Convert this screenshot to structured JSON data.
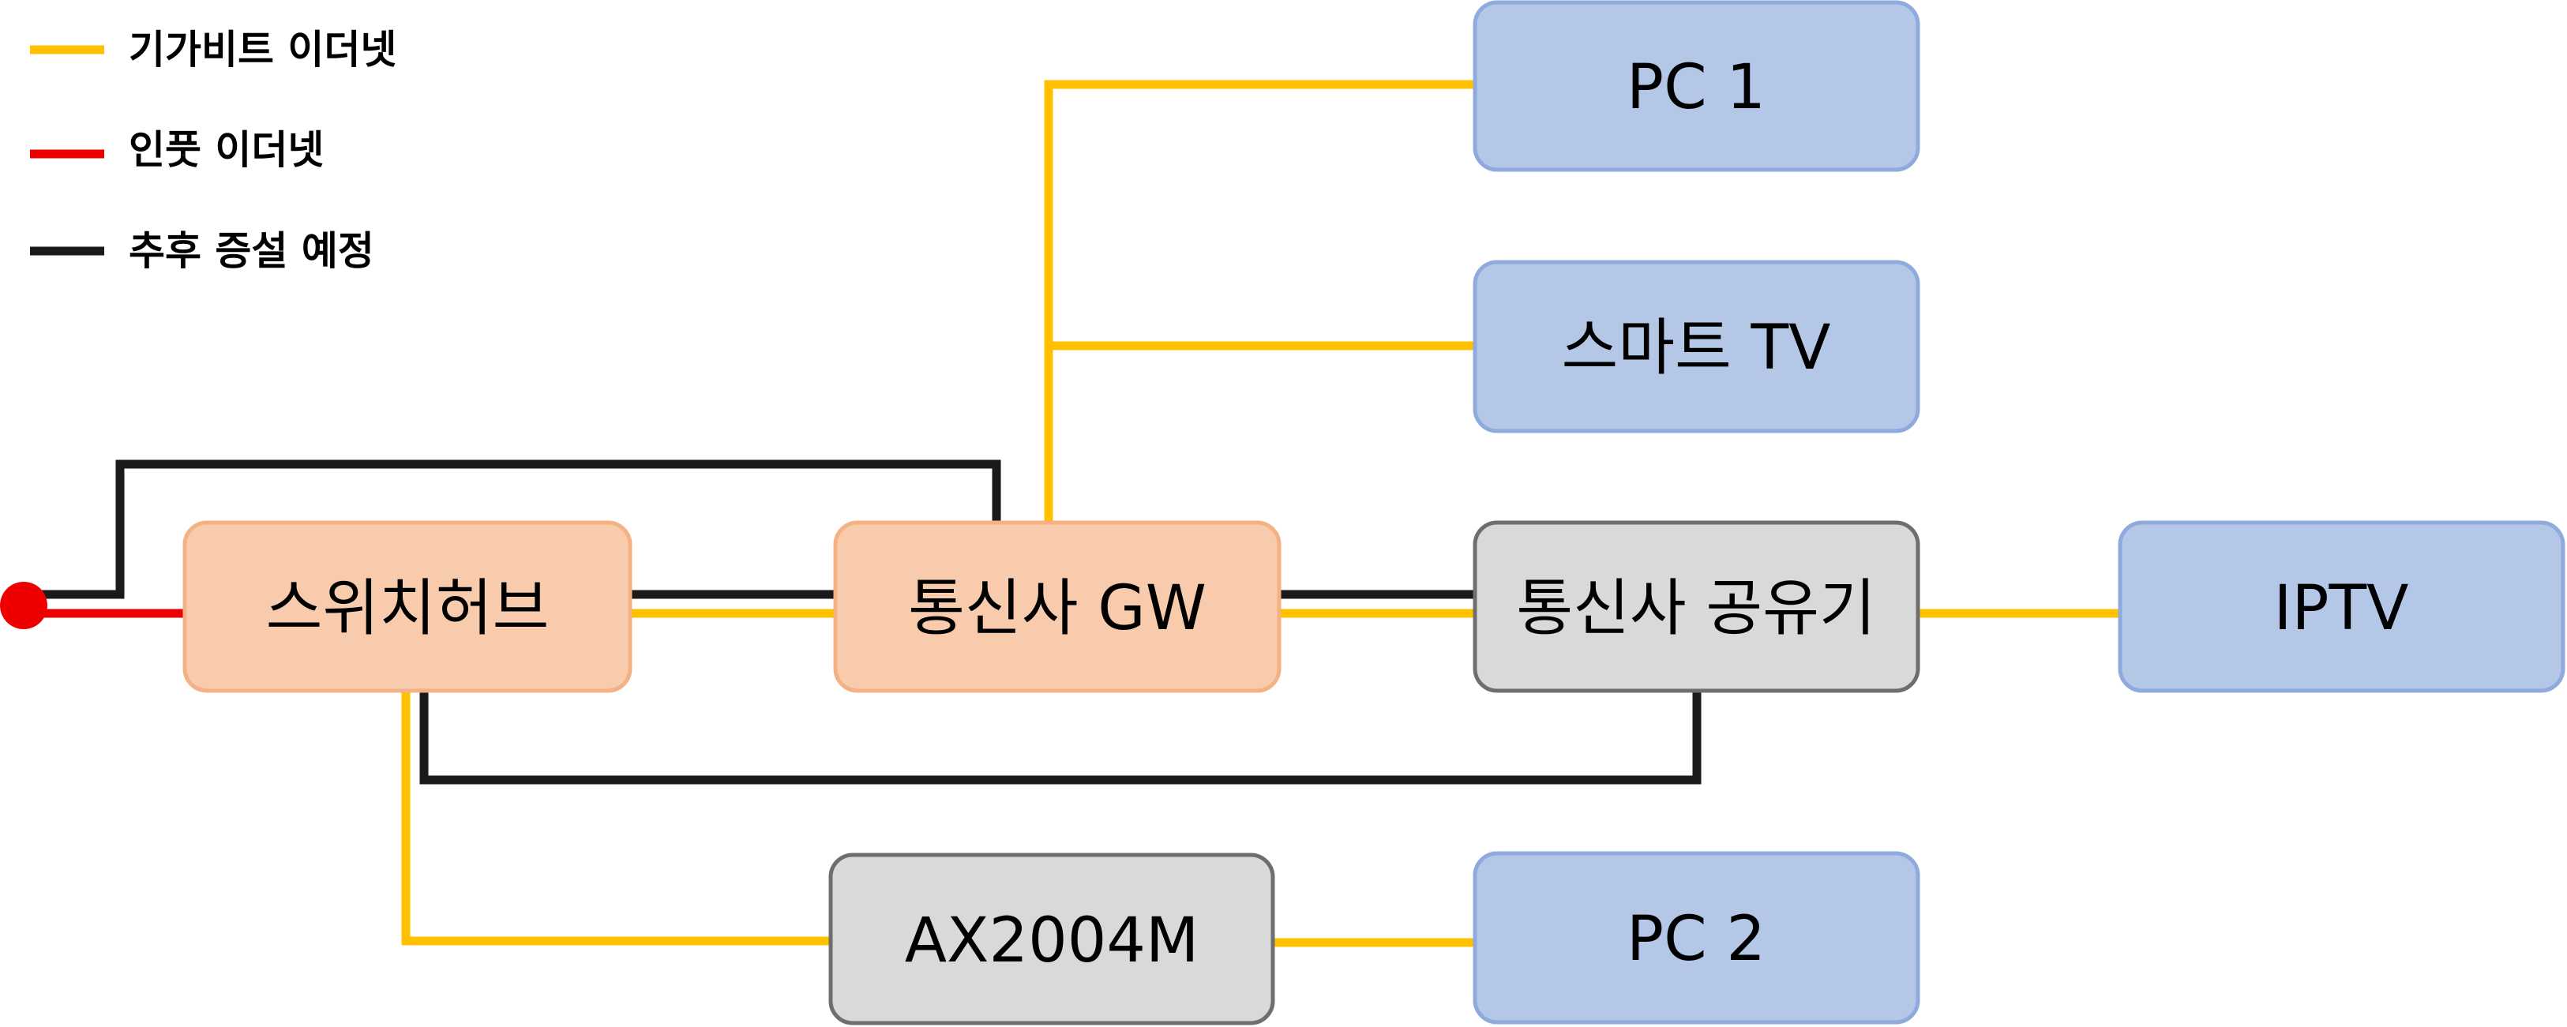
{
  "colors": {
    "gigabit": "#FFC000",
    "input": "#EE0000",
    "future": "#1A1A1A",
    "orange_fill": "#F8CBAD",
    "orange_stroke": "#F4B183",
    "gray_fill": "#D9D9D9",
    "gray_stroke": "#6E6E6E",
    "blue_fill": "#B4C7E7",
    "blue_stroke": "#8FAADC"
  },
  "legend": [
    {
      "label": "기가비트 이더넷",
      "color_key": "gigabit"
    },
    {
      "label": "인풋 이더넷",
      "color_key": "input"
    },
    {
      "label": "추후 증설 예정",
      "color_key": "future"
    }
  ],
  "nodes": {
    "switch_hub": "스위치허브",
    "isp_gw": "통신사 GW",
    "isp_router": "통신사 공유기",
    "ax2004m": "AX2004M",
    "pc1": "PC 1",
    "smart_tv": "스마트 TV",
    "iptv": "IPTV",
    "pc2": "PC 2"
  }
}
